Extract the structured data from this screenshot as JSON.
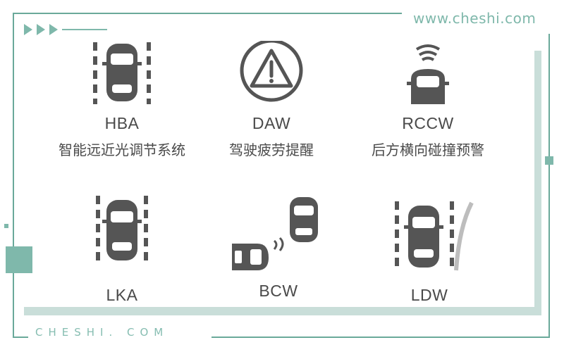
{
  "header": {
    "url": "www.cheshi.com"
  },
  "footer": {
    "brand": "CHESHI. COM"
  },
  "colors": {
    "accent": "#7fb8ab",
    "icon": "#555555",
    "text": "#4a4a4a"
  },
  "features": [
    {
      "abbr": "HBA",
      "name": "智能远近光调节系统",
      "icon": "car-lane-icon"
    },
    {
      "abbr": "DAW",
      "name": "驾驶疲劳提醒",
      "icon": "warning-triangle-icon"
    },
    {
      "abbr": "RCCW",
      "name": "后方横向碰撞预警",
      "icon": "rear-radar-car-icon"
    },
    {
      "abbr": "LKA",
      "name": "",
      "icon": "car-lane-icon"
    },
    {
      "abbr": "BCW",
      "name": "",
      "icon": "blind-spot-cars-icon"
    },
    {
      "abbr": "LDW",
      "name": "",
      "icon": "lane-departure-icon"
    }
  ]
}
